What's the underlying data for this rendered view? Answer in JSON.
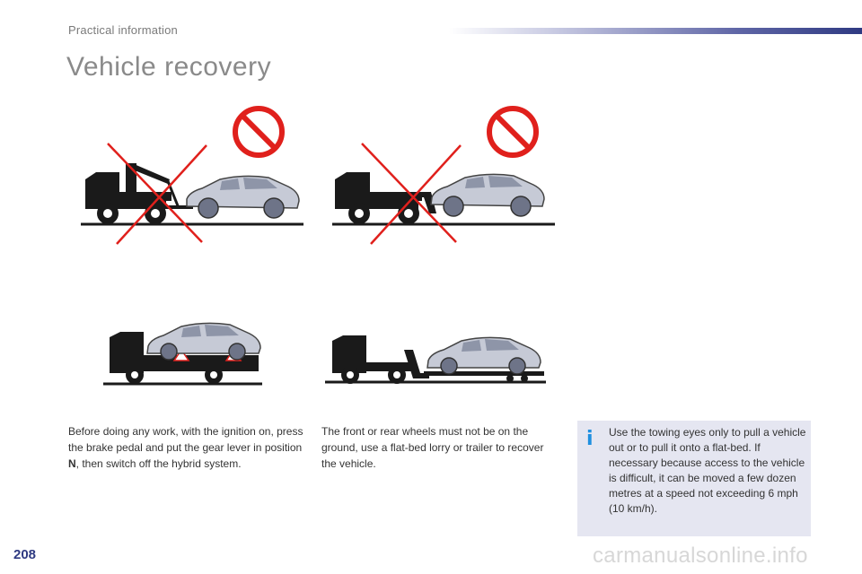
{
  "header": {
    "section": "Practical information",
    "title": "Vehicle recovery"
  },
  "illustrations": [
    {
      "icon": "tow-truck-crane-prohibited-icon"
    },
    {
      "icon": "tow-truck-dolly-prohibited-icon"
    },
    {
      "icon": "flatbed-lorry-icon"
    },
    {
      "icon": "trailer-transport-icon"
    }
  ],
  "paragraphs": {
    "left_before": "Before doing any work, with the ignition on, press the brake pedal and put the gear lever in position ",
    "left_bold": "N",
    "left_after": ", then switch off the hybrid system.",
    "middle": "The front or rear wheels must not be on the ground, use a flat-bed lorry or trailer to recover the vehicle."
  },
  "info_box": {
    "icon": "info-icon",
    "icon_glyph": "i",
    "text": "Use the towing eyes only to pull a vehicle out or to pull it onto a flat-bed. If necessary because access to the vehicle is difficult, it can be moved a few dozen metres at a speed not exceeding 6 mph (10 km/h)."
  },
  "footer": {
    "page_number": "208",
    "watermark": "carmanualsonline.info"
  },
  "colors": {
    "prohibited_red": "#e0201c",
    "truck_black": "#1a1a1a",
    "car_gray": "#c6cad6",
    "accent_blue": "#2f3a82",
    "info_blue": "#1e8fe0",
    "info_bg": "#e5e6f1"
  }
}
